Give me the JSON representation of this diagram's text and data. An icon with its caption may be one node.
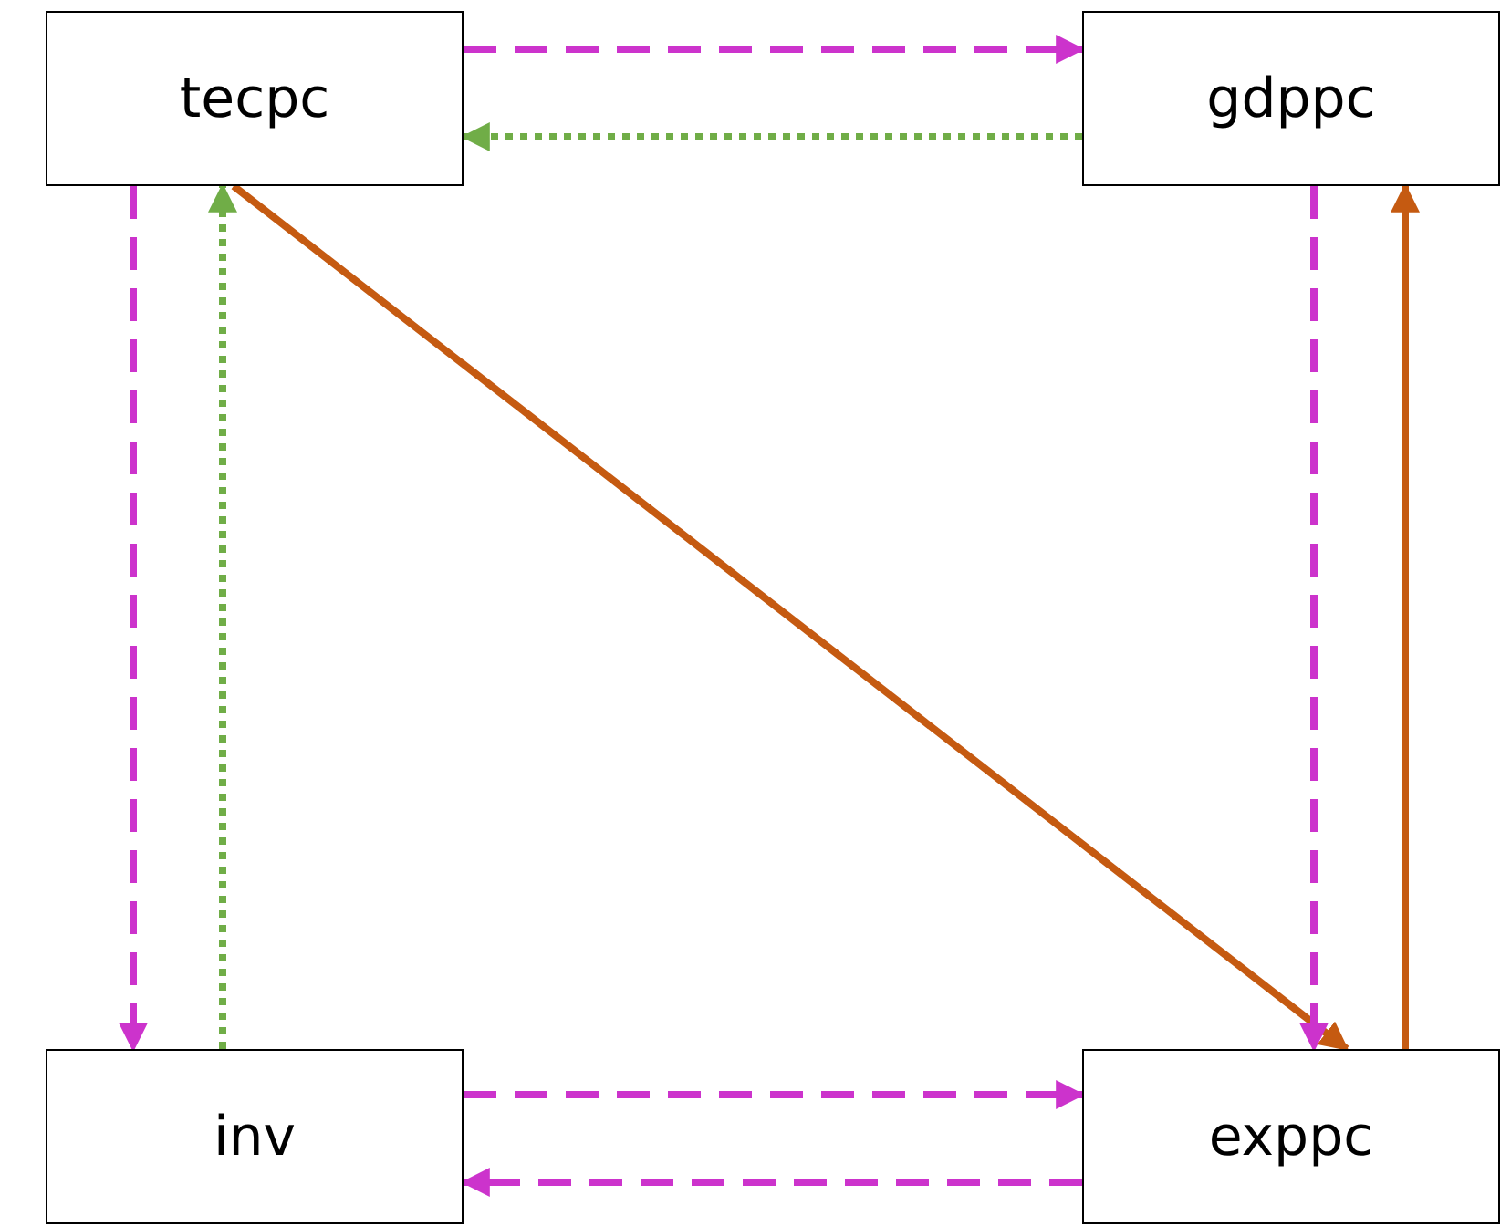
{
  "diagram": {
    "nodes": [
      {
        "text": [
          "tecpc"
        ]
      },
      {
        "text": [
          "gdppc"
        ]
      },
      {
        "text": [
          "inv"
        ]
      },
      {
        "text": [
          "exppc"
        ]
      }
    ],
    "edges": [
      {
        "from": 0,
        "to": 1,
        "arrow": "to",
        "style": "dashed"
      },
      {
        "from": 1,
        "to": 0,
        "arrow": "to",
        "style": "dashed",
        "color": "#70ad47"
      },
      {
        "from": 0,
        "to": 2,
        "arrow": "to",
        "style": "dashed"
      },
      {
        "from": 2,
        "to": 0,
        "arrow": "to",
        "style": "dashed",
        "color": "#70ad47"
      },
      {
        "from": 0,
        "to": 3,
        "arrow": "to",
        "color": "#c55a11"
      },
      {
        "from": 1,
        "to": 3,
        "arrow": "to",
        "style": "dashed"
      },
      {
        "from": 3,
        "to": 1,
        "arrow": "to",
        "color": "#c55a11"
      },
      {
        "from": 2,
        "to": 3,
        "arrow": "to",
        "style": "dashed"
      },
      {
        "from": 3,
        "to": 2,
        "arrow": "to",
        "style": "dashed"
      }
    ]
  }
}
